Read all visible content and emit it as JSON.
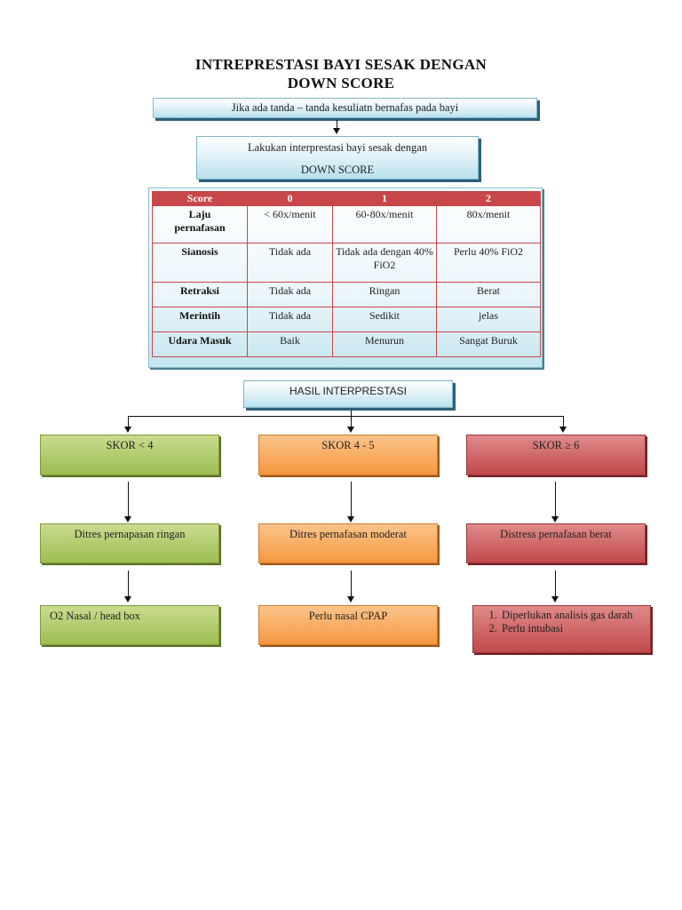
{
  "title": {
    "line1": "INTREPRESTASI BAYI SESAK DENGAN",
    "line2": "DOWN SCORE"
  },
  "top_box": "Jika ada tanda – tanda kesuliatn bernafas pada bayi",
  "second_box": {
    "line1": "Lakukan interprestasi bayi sesak dengan",
    "line2": "DOWN SCORE"
  },
  "table": {
    "headers": [
      "Score",
      "0",
      "1",
      "2"
    ],
    "rows": [
      {
        "label": "Laju pernafasan",
        "c0": "< 60x/menit",
        "c1": "60-80x/menit",
        "c2": "80x/menit"
      },
      {
        "label": "Sianosis",
        "c0": "Tidak ada",
        "c1": "Tidak ada dengan 40% FiO2",
        "c2": "Perlu 40% FiO2"
      },
      {
        "label": "Retraksi",
        "c0": "Tidak ada",
        "c1": "Ringan",
        "c2": "Berat"
      },
      {
        "label": "Merintih",
        "c0": "Tidak ada",
        "c1": "Sedikit",
        "c2": "jelas"
      },
      {
        "label": "Udara Masuk",
        "c0": "Baik",
        "c1": "Menurun",
        "c2": "Sangat Buruk"
      }
    ]
  },
  "result_box": "HASIL INTERPRESTASI",
  "columns": [
    {
      "score": "SKOR < 4",
      "diagnosis": "Ditres pernapasan ringan",
      "action": "O2 Nasal / head box"
    },
    {
      "score": "SKOR 4 - 5",
      "diagnosis": "Ditres pernafasan moderat",
      "action": "Perlu nasal CPAP"
    },
    {
      "score": "SKOR ≥ 6",
      "diagnosis": "Distress pernafasan berat",
      "actions": [
        "Diperlukan analisis gas darah",
        "Perlu intubasi"
      ]
    }
  ],
  "colors": {
    "table_header": "#c8474a",
    "green": "#9dbd52",
    "orange": "#f5983f",
    "red": "#c0494a",
    "blue": "#b9e0ec"
  }
}
